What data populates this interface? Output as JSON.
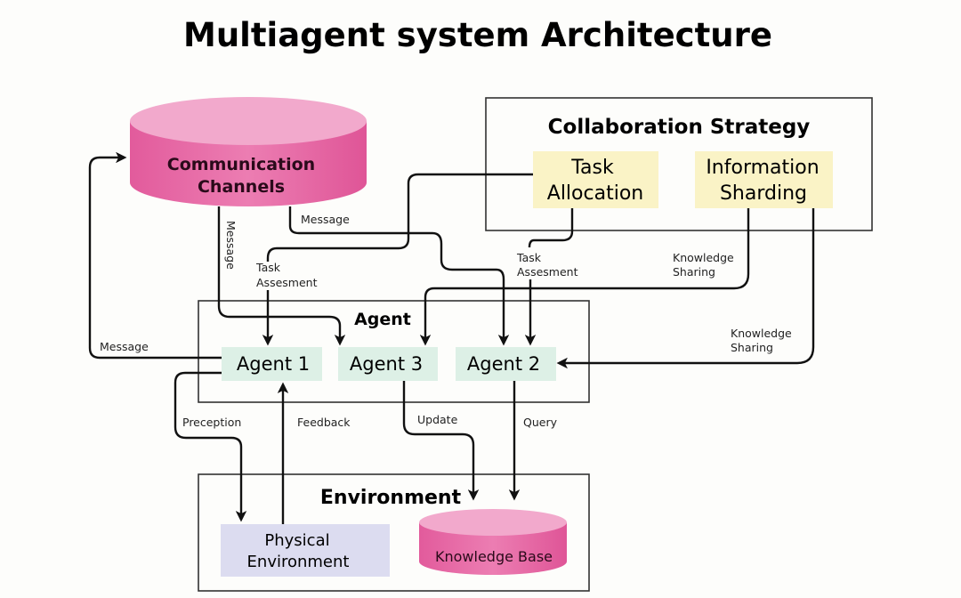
{
  "title": "Multiagent system Architecture",
  "colors": {
    "cylinder_pink": "#e86aa6",
    "cylinder_top": "#f3a7cb",
    "task_box": "#faf3c6",
    "agent_box": "#ddf0e6",
    "physical_box": "#dcdcf0",
    "line": "#111111"
  },
  "nodes": {
    "communication_channels": {
      "line1": "Communication",
      "line2": "Channels",
      "shape": "cylinder"
    },
    "task_allocation": {
      "line1": "Task",
      "line2": "Allocation"
    },
    "information_sharding": {
      "line1": "Information",
      "line2": "Sharding"
    },
    "agent1": "Agent 1",
    "agent3": "Agent 3",
    "agent2": "Agent 2",
    "physical_environment": {
      "line1": "Physical",
      "line2": "Environment"
    },
    "knowledge_base": {
      "label": "Knowledge Base",
      "shape": "cylinder"
    }
  },
  "groups": {
    "collaboration_strategy": "Collaboration Strategy",
    "agent": "Agent",
    "environment": "Environment"
  },
  "edge_labels": {
    "message_vertical": "Message",
    "message_top": "Message",
    "message_left": "Message",
    "task_assessment_1": {
      "line1": "Task",
      "line2": "Assesment"
    },
    "task_assessment_2": {
      "line1": "Task",
      "line2": "Assesment"
    },
    "knowledge_sharing_1": {
      "line1": "Knowledge",
      "line2": "Sharing"
    },
    "knowledge_sharing_2": {
      "line1": "Knowledge",
      "line2": "Sharing"
    },
    "perception": "Preception",
    "feedback": "Feedback",
    "update": "Update",
    "query": "Query"
  },
  "edges": [
    {
      "from": "Communication Channels",
      "to": "Agent 3",
      "label": "Message"
    },
    {
      "from": "Communication Channels",
      "to": "Agent 2",
      "label": "Message"
    },
    {
      "from": "Task Allocation",
      "to": "Agent 1",
      "label": "Task Assesment"
    },
    {
      "from": "Task Allocation",
      "to": "Agent 2",
      "label": "Task Assesment"
    },
    {
      "from": "Information Sharding",
      "to": "Agent 3",
      "label": "Knowledge Sharing"
    },
    {
      "from": "Information Sharding",
      "to": "Agent 2",
      "label": "Knowledge Sharing"
    },
    {
      "from": "Agent 1",
      "to": "Communication Channels",
      "label": "Message"
    },
    {
      "from": "Agent 1",
      "to": "Physical Environment",
      "label": "Preception"
    },
    {
      "from": "Physical Environment",
      "to": "Agent 1",
      "label": "Feedback"
    },
    {
      "from": "Agent 3",
      "to": "Knowledge Base",
      "label": "Update"
    },
    {
      "from": "Agent 2",
      "to": "Knowledge Base",
      "label": "Query"
    }
  ]
}
